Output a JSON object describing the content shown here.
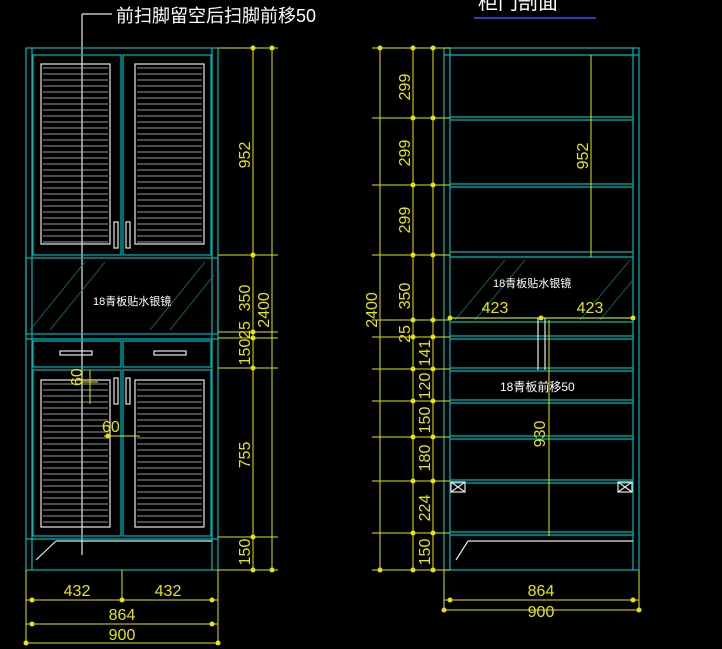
{
  "drawing": {
    "top_note": "前扫脚留空后扫脚前移50",
    "right_title": "柜门剖面",
    "front": {
      "left_door_width": "432",
      "right_door_width": "432",
      "inner_width": "864",
      "total_width": "900",
      "upper_height": "952",
      "glass_height": "350",
      "partition": "25",
      "drawer_height": "150",
      "lower_height": "755",
      "plinth": "150",
      "total_height": "2400",
      "glass_note": "18青板贴水银镜",
      "handle_gap_1": "60",
      "handle_gap_2": "60"
    },
    "section": {
      "shelf_1": "299",
      "shelf_2": "299",
      "shelf_3": "299",
      "glass_band": "350",
      "partition": "25",
      "drawer_1": "141",
      "drawer_2": "120",
      "shelf_4": "150",
      "shelf_5": "180",
      "shelf_6": "224",
      "plinth": "150",
      "upper_total": "952",
      "lower_total": "930",
      "total_height": "2400",
      "half_left": "423",
      "half_right": "423",
      "inner_width": "864",
      "total_width": "900",
      "glass_note": "18青板贴水银镜",
      "back_note": "18青板前移50"
    }
  }
}
